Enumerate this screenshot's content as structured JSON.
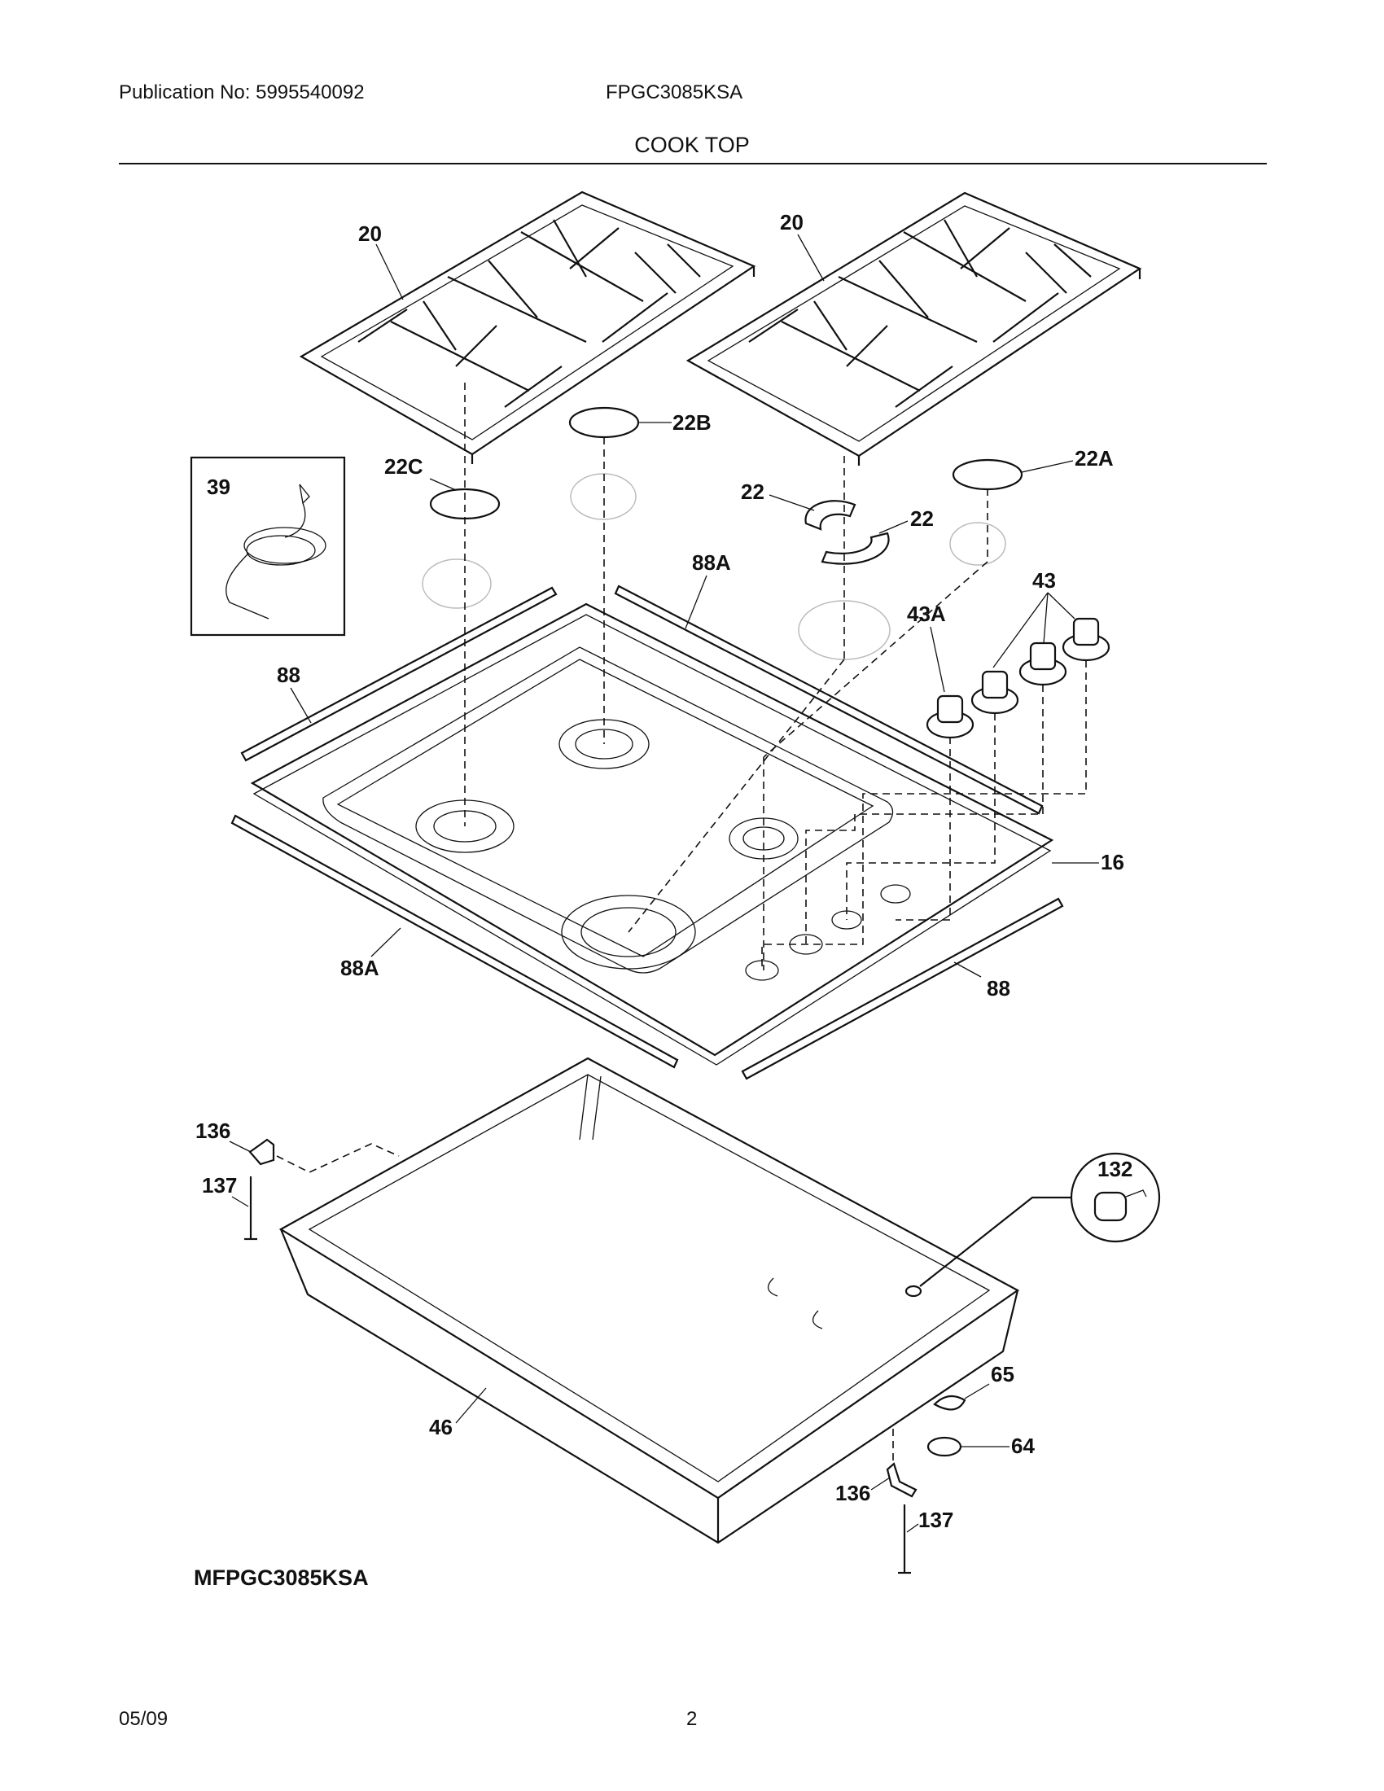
{
  "header": {
    "publication": "Publication No: 5995540092",
    "model": "FPGC3085KSA",
    "section": "COOK TOP"
  },
  "footer": {
    "date": "05/09",
    "page": "2"
  },
  "diagram_code": "MFPGC3085KSA",
  "callouts": {
    "grate_left": "20",
    "grate_right": "20",
    "cap_22b": "22B",
    "cap_22c": "22C",
    "cap_22a": "22A",
    "cap_22_1": "22",
    "cap_22_2": "22",
    "power_cord": "39",
    "trim_88a_top": "88A",
    "trim_88_left": "88",
    "trim_88a_bottom": "88A",
    "trim_88_right": "88",
    "knob_43a": "43A",
    "knob_43": "43",
    "cooktop_16": "16",
    "bracket_136_left": "136",
    "screw_137_left": "137",
    "burner_box_46": "46",
    "cap_132": "132",
    "part_65": "65",
    "part_64": "64",
    "bracket_136_right": "136",
    "screw_137_right": "137"
  }
}
